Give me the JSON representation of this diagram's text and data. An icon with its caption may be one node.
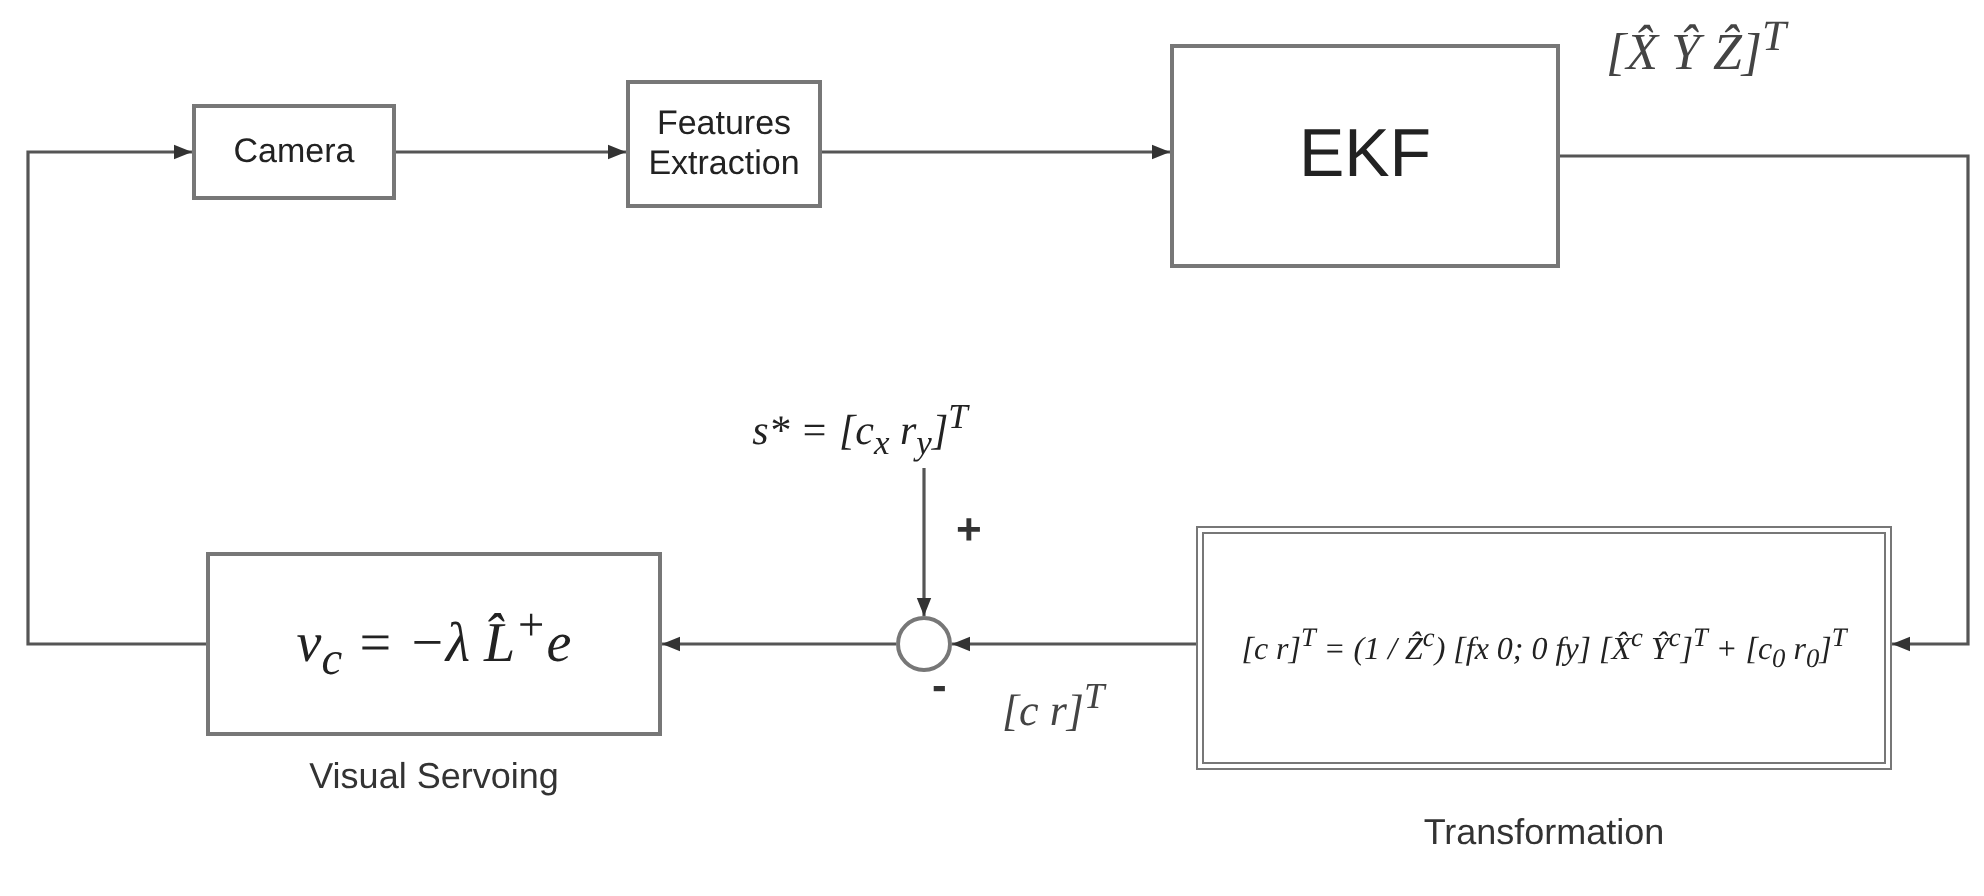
{
  "diagram": {
    "nodes": [
      {
        "text": [
          "Camera"
        ]
      },
      {
        "text": [
          "Features Extraction"
        ]
      },
      {
        "text": [
          "EKF"
        ]
      },
      {
        "text": [
          "v$_{c}$ = −λ L̂$^{+}$e"
        ],
        "beside": [
          "Visual Servoing"
        ]
      },
      {
        "text": [],
        "shape": "circle"
      },
      {
        "text": [
          "[c r]$^{T}$ = (1 / Ẑ$^{c}$) [fx 0; 0 fy] [X̂$^{c}$ Ŷ$^{c}$]$^{T}$ + [c$_{0}$ r$_{0}$]$^{T}$"
        ],
        "beside": [
          "Transformation"
        ]
      },
      {
        "text": [
          "s* = [c$_{x}$ r$_{y}$]$^{T}$"
        ]
      }
    ],
    "edges": [
      {
        "from": 3,
        "to": 0,
        "arrow": "to"
      },
      {
        "from": 0,
        "to": 1,
        "arrow": "to"
      },
      {
        "from": 1,
        "to": 2,
        "arrow": "to"
      },
      {
        "from": 2,
        "to": 5,
        "arrow": "to",
        "label": "[X̂ Ŷ Ẑ]$^{T}$"
      },
      {
        "from": 5,
        "to": 4,
        "arrow": "to",
        "label": "[c r]$^{T}$"
      },
      {
        "from": 4,
        "to": 3,
        "arrow": "to"
      },
      {
        "from": 6,
        "to": 4,
        "arrow": "to"
      }
    ],
    "labels": [
      "+",
      "-"
    ]
  }
}
